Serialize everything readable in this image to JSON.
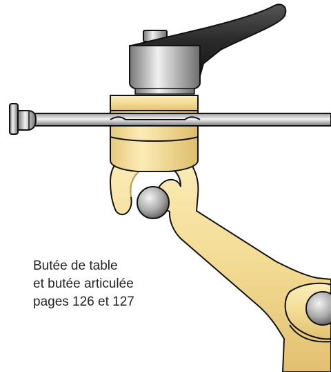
{
  "caption": {
    "line1": "Butée de table",
    "line2": "et butée articulée",
    "line3": "pages 126 et 127"
  },
  "colors": {
    "brass": "#f1d98f",
    "brass_light": "#fbeebb",
    "brass_dark": "#d8b45f",
    "outline": "#111111",
    "handle_dark": "#2a2a2a",
    "steel_light": "#e8e8e8",
    "steel_dark": "#8a8a8a"
  },
  "icons": [
    "clamping-lever-icon",
    "table-stop-rod-icon",
    "articulated-stop-arm-icon"
  ]
}
